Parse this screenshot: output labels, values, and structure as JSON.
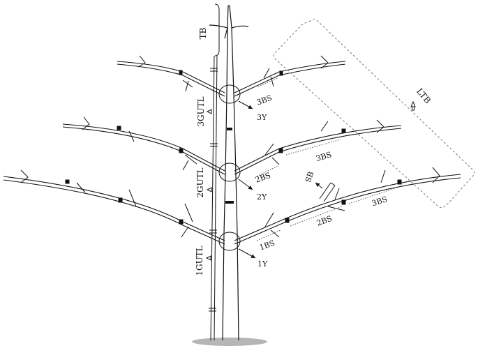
{
  "labels": {
    "tb": "TB",
    "ltb": "LTB",
    "sb": "SB",
    "gutl_1": "1GUTL",
    "gutl_2": "2GUTL",
    "gutl_3": "3GUTL",
    "year_1": "1Y",
    "year_2": "2Y",
    "year_3": "3Y",
    "bs_1": "1BS",
    "bs_2_mid": "2BS",
    "bs_2_low": "2BS",
    "bs_3_top": "3BS",
    "bs_3_mid": "3BS",
    "bs_3_low": "3BS"
  },
  "colors": {
    "line": "#111111",
    "ground": "#b5b5b5",
    "dotted": "#555555"
  }
}
